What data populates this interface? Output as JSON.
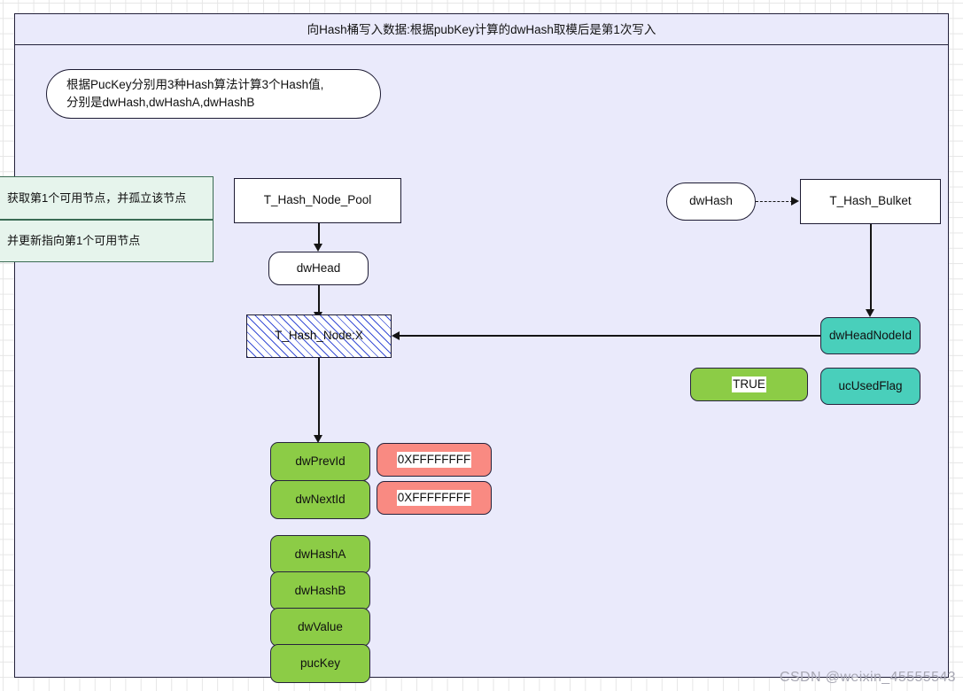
{
  "diagram": {
    "title": "向Hash桶写入数据:根据pubKey计算的dwHash取模后是第1次写入",
    "note": {
      "line1": "根据PucKey分别用3种Hash算法计算3个Hash值,",
      "line2": "分别是dwHash,dwHashA,dwHashB"
    },
    "left_notes": [
      {
        "label": "获取第1个可用节点，并孤立该节点"
      },
      {
        "label": "并更新指向第1个可用节点"
      }
    ],
    "nodes": {
      "hash_node_pool": "T_Hash_Node_Pool",
      "dw_head": "dwHead",
      "hash_node_x": "T_Hash_Node:X",
      "dw_hash": "dwHash",
      "hash_bulket": "T_Hash_Bulket",
      "dw_head_node_id": "dwHeadNodeId",
      "true_value": "TRUE",
      "uc_used_flag": "ucUsedFlag",
      "dw_prev_id": "dwPrevId",
      "dw_next_id": "dwNextId",
      "prev_value": "0XFFFFFFFF",
      "next_value": "0XFFFFFFFF",
      "dw_hash_a": "dwHashA",
      "dw_hash_b": "dwHashB",
      "dw_value": "dwValue",
      "puc_key": "pucKey"
    },
    "watermark": "CSDN @weixin_45555543",
    "colors": {
      "panel_background": "#eaeafb",
      "green": "#8ccc46",
      "teal": "#49cfbb",
      "red": "#f98a82",
      "mint": "#e6f4ec",
      "hatch": "#3a4fd6",
      "stroke": "#1d1b33"
    }
  }
}
